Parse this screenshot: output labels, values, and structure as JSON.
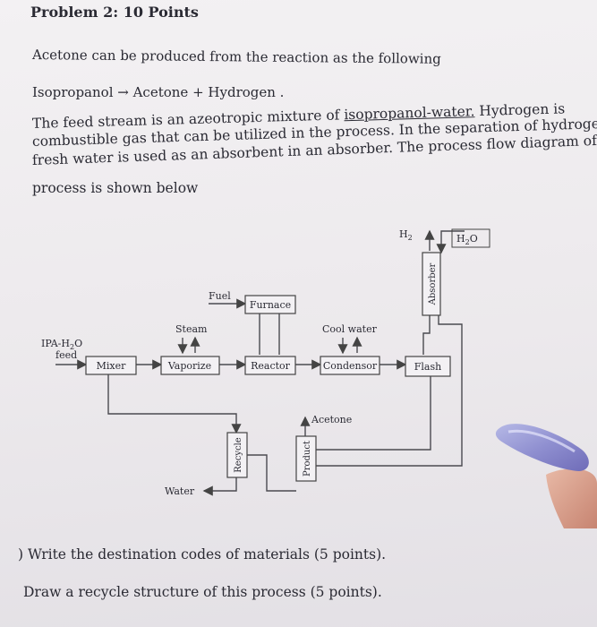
{
  "problem": {
    "title": "Problem 2: 10 Points",
    "intro": "Acetone can be produced from the reaction as the following",
    "reaction": "Isopropanol → Acetone + Hydrogen .",
    "paragraph_lines": [
      "The feed stream is an azeotropic mixture of isopropanol-water. Hydrogen is",
      "combustible gas that can be utilized in the process. In the separation of hydroge",
      "fresh water is used as an absorbent in an absorber. The process flow diagram of t",
      "process is shown below"
    ],
    "p1_before": "The feed stream is an azeotropic mixture of ",
    "p1_underlined": "isopropanol-water.",
    "p1_after": " Hydrogen is"
  },
  "diagram": {
    "units": {
      "mixer": "Mixer",
      "vaporize": "Vaporize",
      "reactor": "Reactor",
      "condensor": "Condensor",
      "flash": "Flash",
      "furnace": "Furnace",
      "absorber": "Absorber",
      "recycle": "Recycle",
      "product": "Product"
    },
    "streams": {
      "feed_line1": "IPA-H",
      "feed_sub": "2",
      "feed_line1_end": "O",
      "feed_line2": "feed",
      "steam": "Steam",
      "fuel": "Fuel",
      "cool_water": "Cool water",
      "h2": "H",
      "h2_sub": "2",
      "h2o": "H",
      "h2o_sub": "2",
      "h2o_end": "O",
      "acetone": "Acetone",
      "water": "Water"
    }
  },
  "questions": {
    "a": ") Write the destination codes of materials (5 points).",
    "b": "Draw a recycle structure of this process (5 points)."
  }
}
